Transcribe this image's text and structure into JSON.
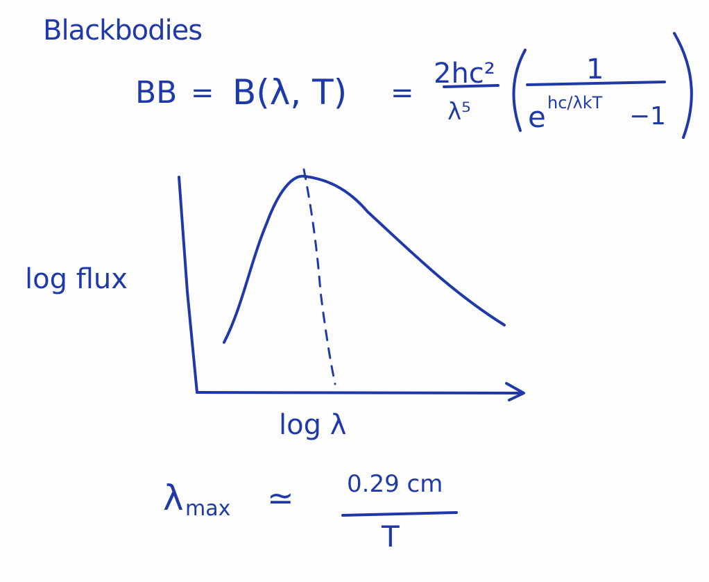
{
  "title": "Blackbodies",
  "equation": {
    "lhs": "BB",
    "equals1": "=",
    "func": "B(λ, T)",
    "equals2": "=",
    "numerator": "2hc²",
    "denominator": "λ⁵",
    "one": "1",
    "exp_base": "e",
    "exp_power": "hc/λkT",
    "minus_one": "−1"
  },
  "graph": {
    "ylabel": "log flux",
    "xlabel": "log λ"
  },
  "wien": {
    "lambda": "λ",
    "subscript": "max",
    "approx": "≃",
    "numerator": "0.29 cm",
    "denominator": "T"
  },
  "colors": {
    "ink": "#1f3aa8",
    "background": "#fdfdfd"
  }
}
